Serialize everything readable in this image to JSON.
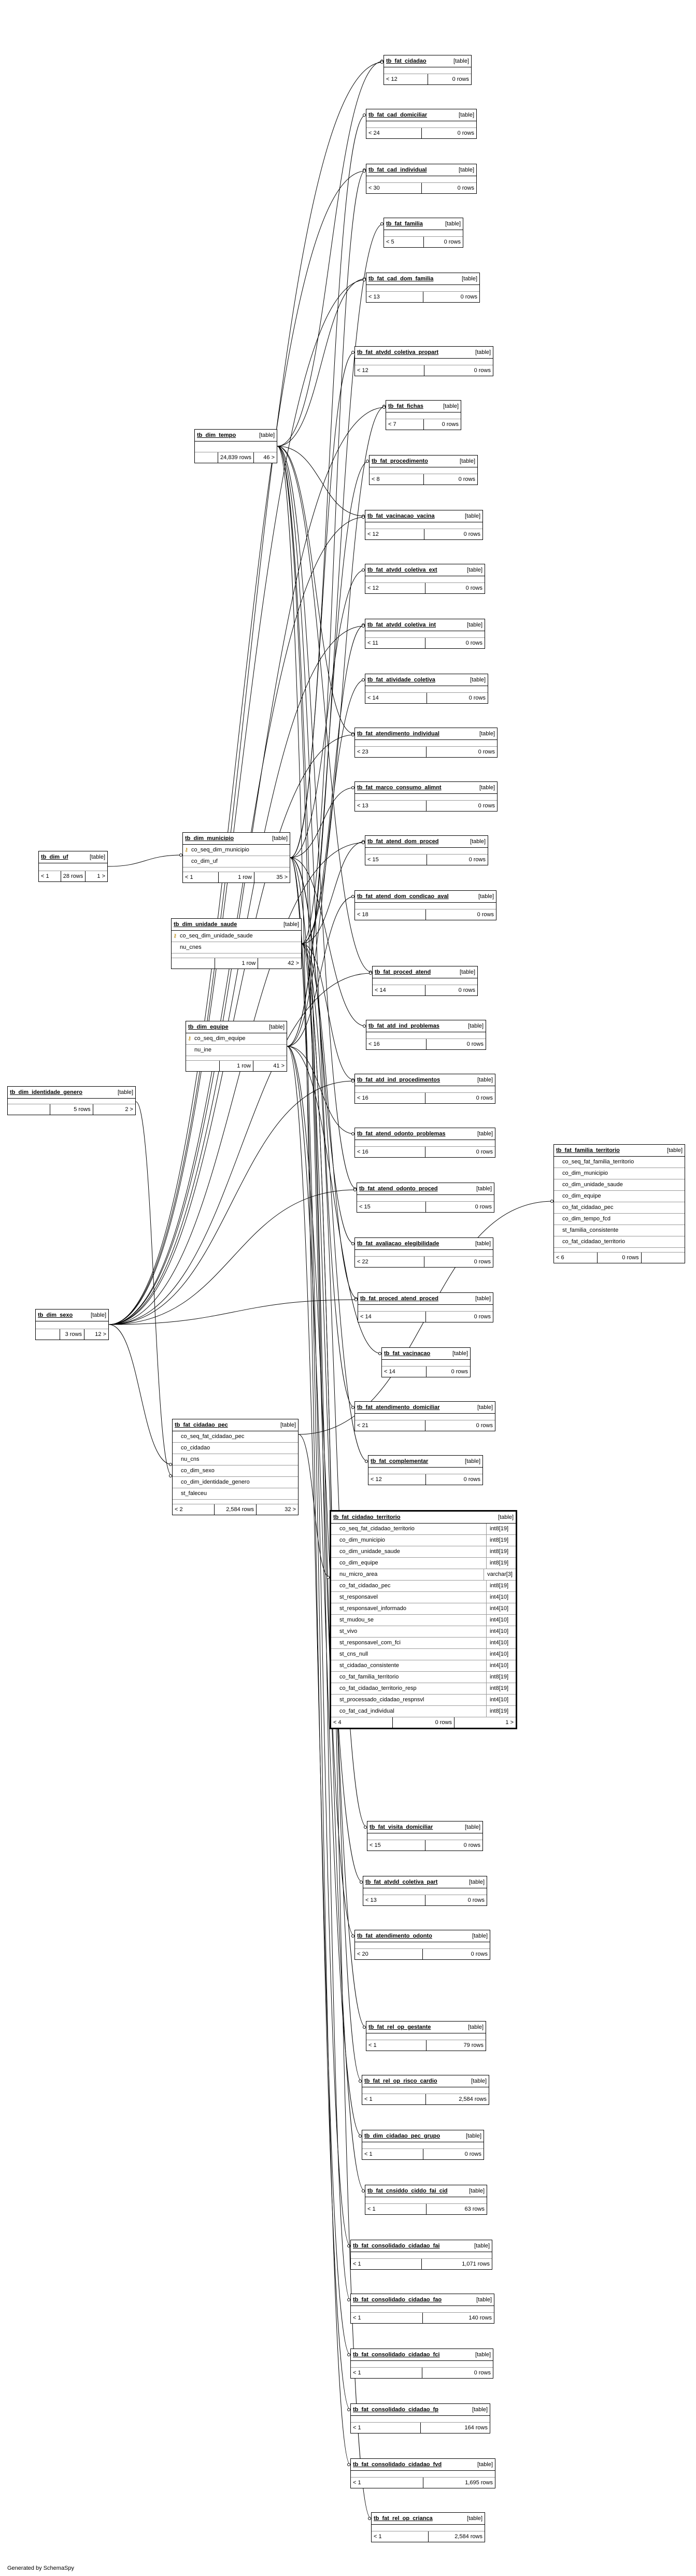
{
  "credit": "Generated by SchemaSpy",
  "tables": [
    {
      "name": "tb_fat_cidadao",
      "type": "[table]",
      "left": "< 12",
      "rows": "0 rows"
    },
    {
      "name": "tb_fat_cad_domiciliar",
      "type": "[table]",
      "left": "< 24",
      "rows": "0 rows"
    },
    {
      "name": "tb_fat_cad_individual",
      "type": "[table]",
      "left": "< 30",
      "rows": "0 rows"
    },
    {
      "name": "tb_fat_familia",
      "type": "[table]",
      "left": "< 5",
      "rows": "0 rows"
    },
    {
      "name": "tb_fat_cad_dom_familia",
      "type": "[table]",
      "left": "< 13",
      "rows": "0 rows"
    },
    {
      "name": "tb_fat_atvdd_coletiva_propart",
      "type": "[table]",
      "left": "< 12",
      "rows": "0 rows"
    },
    {
      "name": "tb_fat_fichas",
      "type": "[table]",
      "left": "< 7",
      "rows": "0 rows"
    },
    {
      "name": "tb_fat_procedimento",
      "type": "[table]",
      "left": "< 8",
      "rows": "0 rows"
    },
    {
      "name": "tb_fat_vacinacao_vacina",
      "type": "[table]",
      "left": "< 12",
      "rows": "0 rows"
    },
    {
      "name": "tb_fat_atvdd_coletiva_ext",
      "type": "[table]",
      "left": "< 12",
      "rows": "0 rows"
    },
    {
      "name": "tb_fat_atvdd_coletiva_int",
      "type": "[table]",
      "left": "< 11",
      "rows": "0 rows"
    },
    {
      "name": "tb_fat_atividade_coletiva",
      "type": "[table]",
      "left": "< 14",
      "rows": "0 rows"
    },
    {
      "name": "tb_fat_atendimento_individual",
      "type": "[table]",
      "left": "< 23",
      "rows": "0 rows"
    },
    {
      "name": "tb_fat_marco_consumo_alimnt",
      "type": "[table]",
      "left": "< 13",
      "rows": "0 rows"
    },
    {
      "name": "tb_fat_atend_dom_proced",
      "type": "[table]",
      "left": "< 15",
      "rows": "0 rows"
    },
    {
      "name": "tb_fat_atend_dom_condicao_aval",
      "type": "[table]",
      "left": "< 18",
      "rows": "0 rows"
    },
    {
      "name": "tb_fat_proced_atend",
      "type": "[table]",
      "left": "< 14",
      "rows": "0 rows"
    },
    {
      "name": "tb_fat_atd_ind_problemas",
      "type": "[table]",
      "left": "< 16",
      "rows": "0 rows"
    },
    {
      "name": "tb_fat_atd_ind_procedimentos",
      "type": "[table]",
      "left": "< 16",
      "rows": "0 rows"
    },
    {
      "name": "tb_fat_atend_odonto_problemas",
      "type": "[table]",
      "left": "< 16",
      "rows": "0 rows"
    },
    {
      "name": "tb_fat_atend_odonto_proced",
      "type": "[table]",
      "left": "< 15",
      "rows": "0 rows"
    },
    {
      "name": "tb_fat_avaliacao_elegibilidade",
      "type": "[table]",
      "left": "< 22",
      "rows": "0 rows"
    },
    {
      "name": "tb_fat_proced_atend_proced",
      "type": "[table]",
      "left": "< 14",
      "rows": "0 rows"
    },
    {
      "name": "tb_fat_vacinacao",
      "type": "[table]",
      "left": "< 14",
      "rows": "0 rows"
    },
    {
      "name": "tb_fat_atendimento_domiciliar",
      "type": "[table]",
      "left": "< 21",
      "rows": "0 rows"
    },
    {
      "name": "tb_fat_complementar",
      "type": "[table]",
      "left": "< 12",
      "rows": "0 rows"
    },
    {
      "name": "tb_fat_visita_domiciliar",
      "type": "[table]",
      "left": "< 15",
      "rows": "0 rows"
    },
    {
      "name": "tb_fat_atvdd_coletiva_part",
      "type": "[table]",
      "left": "< 13",
      "rows": "0 rows"
    },
    {
      "name": "tb_fat_atendimento_odonto",
      "type": "[table]",
      "left": "< 20",
      "rows": "0 rows"
    },
    {
      "name": "tb_fat_rel_op_gestante",
      "type": "[table]",
      "left": "< 1",
      "rows": "79 rows"
    },
    {
      "name": "tb_fat_rel_op_risco_cardio",
      "type": "[table]",
      "left": "< 1",
      "rows": "2,584 rows"
    },
    {
      "name": "tb_dim_cidadao_pec_grupo",
      "type": "[table]",
      "left": "< 1",
      "rows": "0 rows"
    },
    {
      "name": "tb_fat_cnsiddo_ciddo_fai_cid",
      "type": "[table]",
      "left": "< 1",
      "rows": "63 rows"
    },
    {
      "name": "tb_fat_consolidado_cidadao_fai",
      "type": "[table]",
      "left": "< 1",
      "rows": "1,071 rows"
    },
    {
      "name": "tb_fat_consolidado_cidadao_fao",
      "type": "[table]",
      "left": "< 1",
      "rows": "140 rows"
    },
    {
      "name": "tb_fat_consolidado_cidadao_fci",
      "type": "[table]",
      "left": "< 1",
      "rows": "0 rows"
    },
    {
      "name": "tb_fat_consolidado_cidadao_fp",
      "type": "[table]",
      "left": "< 1",
      "rows": "164 rows"
    },
    {
      "name": "tb_fat_consolidado_cidadao_fvd",
      "type": "[table]",
      "left": "< 1",
      "rows": "1,695 rows"
    },
    {
      "name": "tb_fat_rel_op_crianca",
      "type": "[table]",
      "left": "< 1",
      "rows": "2,584 rows"
    }
  ],
  "dim_tempo": {
    "name": "tb_dim_tempo",
    "type": "[table]",
    "rows": "24,839 rows",
    "right": "46 >"
  },
  "dim_uf": {
    "name": "tb_dim_uf",
    "type": "[table]",
    "left": "< 1",
    "rows": "28 rows",
    "right": "1 >"
  },
  "dim_municipio": {
    "name": "tb_dim_municipio",
    "type": "[table]",
    "cols": [
      "co_seq_dim_municipio",
      "co_dim_uf"
    ],
    "left": "< 1",
    "rows": "1 row",
    "right": "35 >"
  },
  "dim_unidade_saude": {
    "name": "tb_dim_unidade_saude",
    "type": "[table]",
    "cols": [
      "co_seq_dim_unidade_saude",
      "nu_cnes"
    ],
    "rows": "1 row",
    "right": "42 >"
  },
  "dim_equipe": {
    "name": "tb_dim_equipe",
    "type": "[table]",
    "cols": [
      "co_seq_dim_equipe",
      "nu_ine"
    ],
    "rows": "1 row",
    "right": "41 >"
  },
  "dim_identidade_genero": {
    "name": "tb_dim_identidade_genero",
    "type": "[table]",
    "rows": "5 rows",
    "right": "2 >"
  },
  "dim_sexo": {
    "name": "tb_dim_sexo",
    "type": "[table]",
    "rows": "3 rows",
    "right": "12 >"
  },
  "cidadao_pec": {
    "name": "tb_fat_cidadao_pec",
    "type": "[table]",
    "cols": [
      "co_seq_fat_cidadao_pec",
      "co_cidadao",
      "nu_cns",
      "co_dim_sexo",
      "co_dim_identidade_genero",
      "st_faleceu"
    ],
    "left": "< 2",
    "rows": "2,584 rows",
    "right": "32 >"
  },
  "familia_territorio": {
    "name": "tb_fat_familia_territorio",
    "type": "[table]",
    "cols": [
      "co_seq_fat_familia_territorio",
      "co_dim_municipio",
      "co_dim_unidade_saude",
      "co_dim_equipe",
      "co_fat_cidadao_pec",
      "co_dim_tempo_fcd",
      "st_familia_consistente",
      "co_fat_cidadao_territorio"
    ],
    "left": "< 6",
    "rows": "0 rows"
  },
  "cidadao_territorio": {
    "name": "tb_fat_cidadao_territorio",
    "type": "[table]",
    "cols": [
      {
        "n": "co_seq_fat_cidadao_territorio",
        "t": "int8[19]"
      },
      {
        "n": "co_dim_municipio",
        "t": "int8[19]"
      },
      {
        "n": "co_dim_unidade_saude",
        "t": "int8[19]"
      },
      {
        "n": "co_dim_equipe",
        "t": "int8[19]"
      },
      {
        "n": "nu_micro_area",
        "t": "varchar[3]"
      },
      {
        "n": "co_fat_cidadao_pec",
        "t": "int8[19]"
      },
      {
        "n": "st_responsavel",
        "t": "int4[10]"
      },
      {
        "n": "st_responsavel_informado",
        "t": "int4[10]"
      },
      {
        "n": "st_mudou_se",
        "t": "int4[10]"
      },
      {
        "n": "st_vivo",
        "t": "int4[10]"
      },
      {
        "n": "st_responsavel_com_fci",
        "t": "int4[10]"
      },
      {
        "n": "st_cns_null",
        "t": "int4[10]"
      },
      {
        "n": "st_cidadao_consistente",
        "t": "int4[10]"
      },
      {
        "n": "co_fat_familia_territorio",
        "t": "int8[19]"
      },
      {
        "n": "co_fat_cidadao_territorio_resp",
        "t": "int8[19]"
      },
      {
        "n": "st_processado_cidadao_respnsvl",
        "t": "int4[10]"
      },
      {
        "n": "co_fat_cad_individual",
        "t": "int8[19]"
      }
    ],
    "left": "< 4",
    "rows": "0 rows",
    "right": "1 >"
  }
}
